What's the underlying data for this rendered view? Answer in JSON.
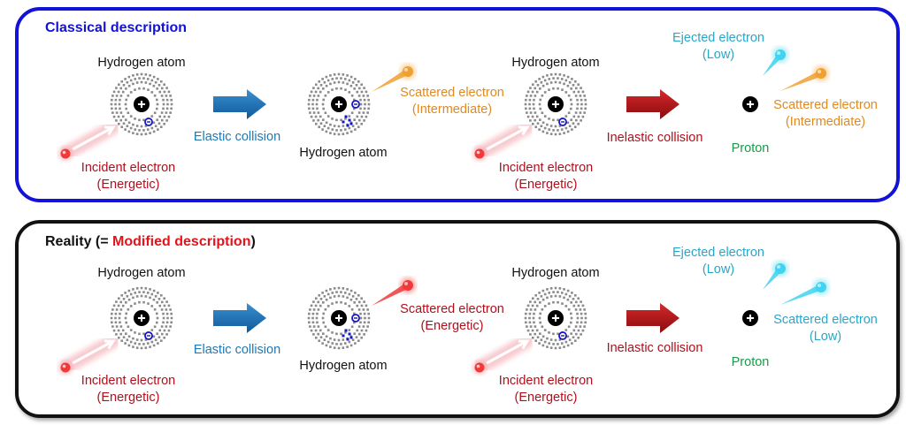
{
  "panels": [
    {
      "title": "Classical description",
      "atom_label_1": "Hydrogen atom",
      "incident_label_1": "Incident electron",
      "incident_energy_1": "(Energetic)",
      "elastic_label": "Elastic collision",
      "atom_label_2": "Hydrogen atom",
      "scattered_label_1": "Scattered electron",
      "scattered_energy_1": "(Intermediate)",
      "atom_label_3": "Hydrogen atom",
      "incident_label_2": "Incident electron",
      "incident_energy_2": "(Energetic)",
      "inelastic_label": "Inelastic collision",
      "ejected_label": "Ejected electron",
      "ejected_energy": "(Low)",
      "scattered_label_2": "Scattered electron",
      "scattered_energy_2": "(Intermediate)",
      "proton_label": "Proton"
    },
    {
      "title_prefix": "Reality (= ",
      "title_highlight": "Modified description",
      "title_suffix": ")",
      "atom_label_1": "Hydrogen atom",
      "incident_label_1": "Incident electron",
      "incident_energy_1": "(Energetic)",
      "elastic_label": "Elastic collision",
      "atom_label_2": "Hydrogen atom",
      "scattered_label_1": "Scattered electron",
      "scattered_energy_1": "(Energetic)",
      "atom_label_3": "Hydrogen atom",
      "incident_label_2": "Incident electron",
      "incident_energy_2": "(Energetic)",
      "inelastic_label": "Inelastic collision",
      "ejected_label": "Ejected electron",
      "ejected_energy": "(Low)",
      "scattered_label_2": "Scattered electron",
      "scattered_energy_2": "(Low)",
      "proton_label": "Proton"
    }
  ],
  "colors": {
    "classical_border": "#1212d8",
    "reality_border": "#111111",
    "elastic_arrow": "#1a6fb0",
    "inelastic_arrow": "#b00d14",
    "incident_electron": "#f03a3a",
    "scattered_intermediate": "#f0a030",
    "scattered_energetic": "#f03a3a",
    "low_energy_electron": "#3fd4f0"
  }
}
